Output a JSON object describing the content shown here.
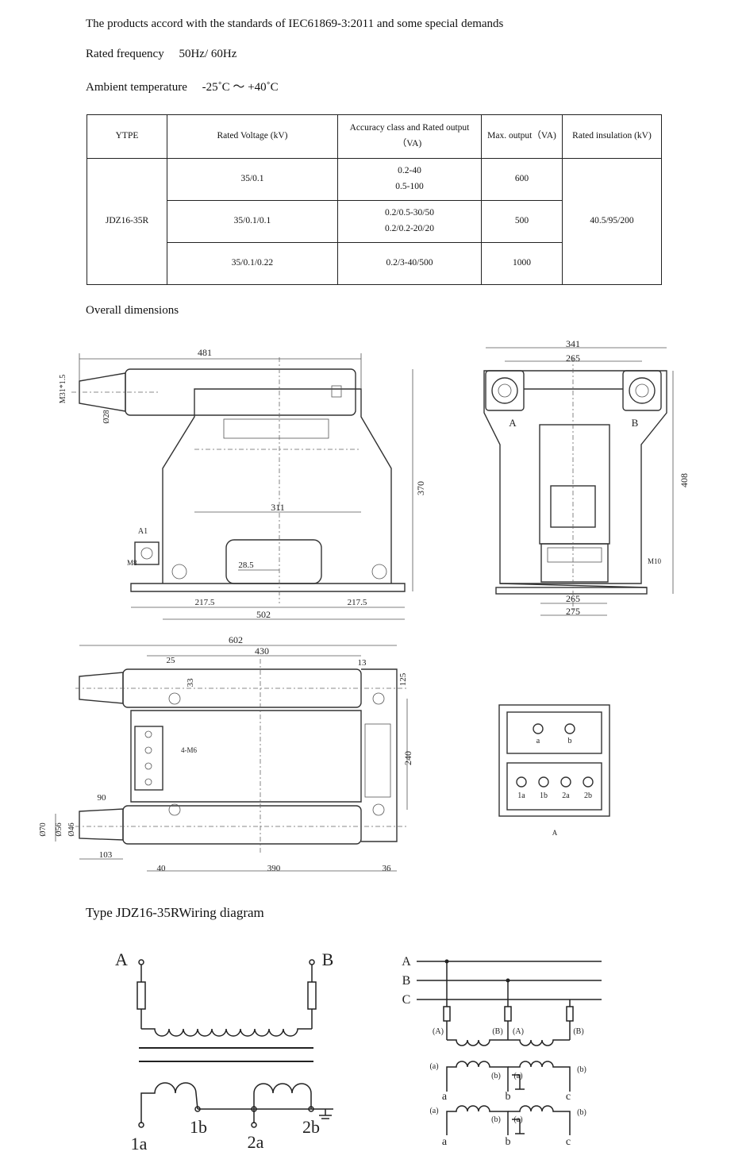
{
  "intro": {
    "standards": "The products accord with the standards of IEC61869-3:2011 and some special demands",
    "frequency_label": "Rated frequency",
    "frequency_value": "50Hz/ 60Hz",
    "temperature_label": "Ambient temperature",
    "temperature_value": "-25˚C ～ +40˚C"
  },
  "table": {
    "headers": {
      "type": "YTPE",
      "voltage": "Rated Voltage (kV)",
      "accuracy": "Accuracy class and Rated output",
      "accuracy_unit": "（VA)",
      "max_output": "Max. output（VA)",
      "insulation": "Rated insulation (kV)"
    },
    "model": "JDZ16-35R",
    "insulation": "40.5/95/200",
    "rows": [
      {
        "voltage": "35/0.1",
        "accuracy_1": "0.2-40",
        "accuracy_2": "0.5-100",
        "max_output": "600"
      },
      {
        "voltage": "35/0.1/0.1",
        "accuracy_1": "0.2/0.5-30/50",
        "accuracy_2": "0.2/0.2-20/20",
        "max_output": "500"
      },
      {
        "voltage": "35/0.1/0.22",
        "accuracy_1": "0.2/3-40/500",
        "accuracy_2": "",
        "max_output": "1000"
      }
    ]
  },
  "overall_heading": "Overall dimensions",
  "front_view": {
    "dims": {
      "top": "481",
      "height": "370",
      "width_mid": "311",
      "bottom": "502",
      "left_half": "217.5",
      "right_half": "217.5",
      "small": "28.5",
      "thread": "M31*1.5",
      "dia": "Ø28"
    },
    "labels": {
      "terminal": "A1",
      "bolt": "M8"
    }
  },
  "side_view": {
    "dims": {
      "outer_top": "341",
      "inner_top": "265",
      "height": "408",
      "bottom_inner": "265",
      "bottom_outer": "275"
    },
    "labels": {
      "left": "A",
      "right": "B",
      "bolt": "M10"
    }
  },
  "top_view": {
    "dims": {
      "total": "602",
      "main": "430",
      "d25": "25",
      "d33": "33",
      "d13": "13",
      "d125": "125",
      "depth": "240",
      "d90": "90",
      "d103": "103",
      "d40": "40",
      "d390": "390",
      "d36": "36",
      "d70": "Ø70",
      "d56": "Ø56",
      "d46": "Ø46"
    },
    "labels": {
      "holes": "4-M6"
    }
  },
  "terminal_box": {
    "top_labels": [
      "a",
      "b"
    ],
    "bottom_labels": [
      "1a",
      "1b",
      "2a",
      "2b"
    ],
    "view_label": "A"
  },
  "wiring_title": "Type JDZ16-35RWiring diagram",
  "wiring_left": {
    "primary": [
      "A",
      "B"
    ],
    "secondary": [
      "1a",
      "1b",
      "2a",
      "2b"
    ]
  },
  "wiring_right": {
    "phases": [
      "A",
      "B",
      "C"
    ],
    "primary_terms": [
      "(A)",
      "(B)",
      "(A)",
      "(B)"
    ],
    "secondary_terms": [
      "(a)",
      "(b)",
      "(a)",
      "(b)"
    ],
    "outputs": [
      "a",
      "b",
      "c"
    ]
  }
}
